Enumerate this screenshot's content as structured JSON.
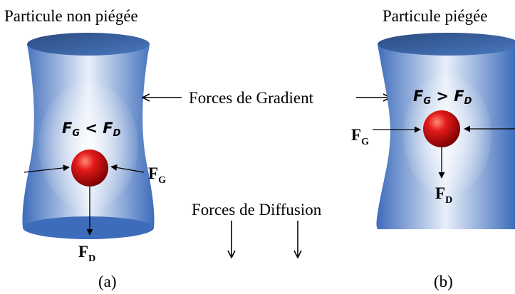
{
  "left_panel": {
    "title": "Particule non piégée",
    "condition": {
      "main": "F",
      "sub_left": "G",
      "op": " < ",
      "rhs": "F",
      "sub_right": "D"
    },
    "force_g": {
      "main": "F",
      "sub": "G"
    },
    "force_d": {
      "main": "F",
      "sub": "D"
    },
    "caption": "(a)"
  },
  "right_panel": {
    "title": "Particule piégée",
    "condition": {
      "main": "F",
      "sub_left": "G",
      "op": " > ",
      "rhs": "F",
      "sub_right": "D"
    },
    "force_g": {
      "main": "F",
      "sub": "G"
    },
    "force_d": {
      "main": "F",
      "sub": "D"
    },
    "caption": "(b)"
  },
  "center": {
    "gradient_label": "Forces de Gradient",
    "diffusion_label": "Forces de Diffusion"
  },
  "colors": {
    "beam_edge": "#3f6fbe",
    "beam_center": "#e6eef9",
    "beam_top": "#2c4f86",
    "particle": "#e01a1a",
    "particle_dark": "#7a0000"
  }
}
